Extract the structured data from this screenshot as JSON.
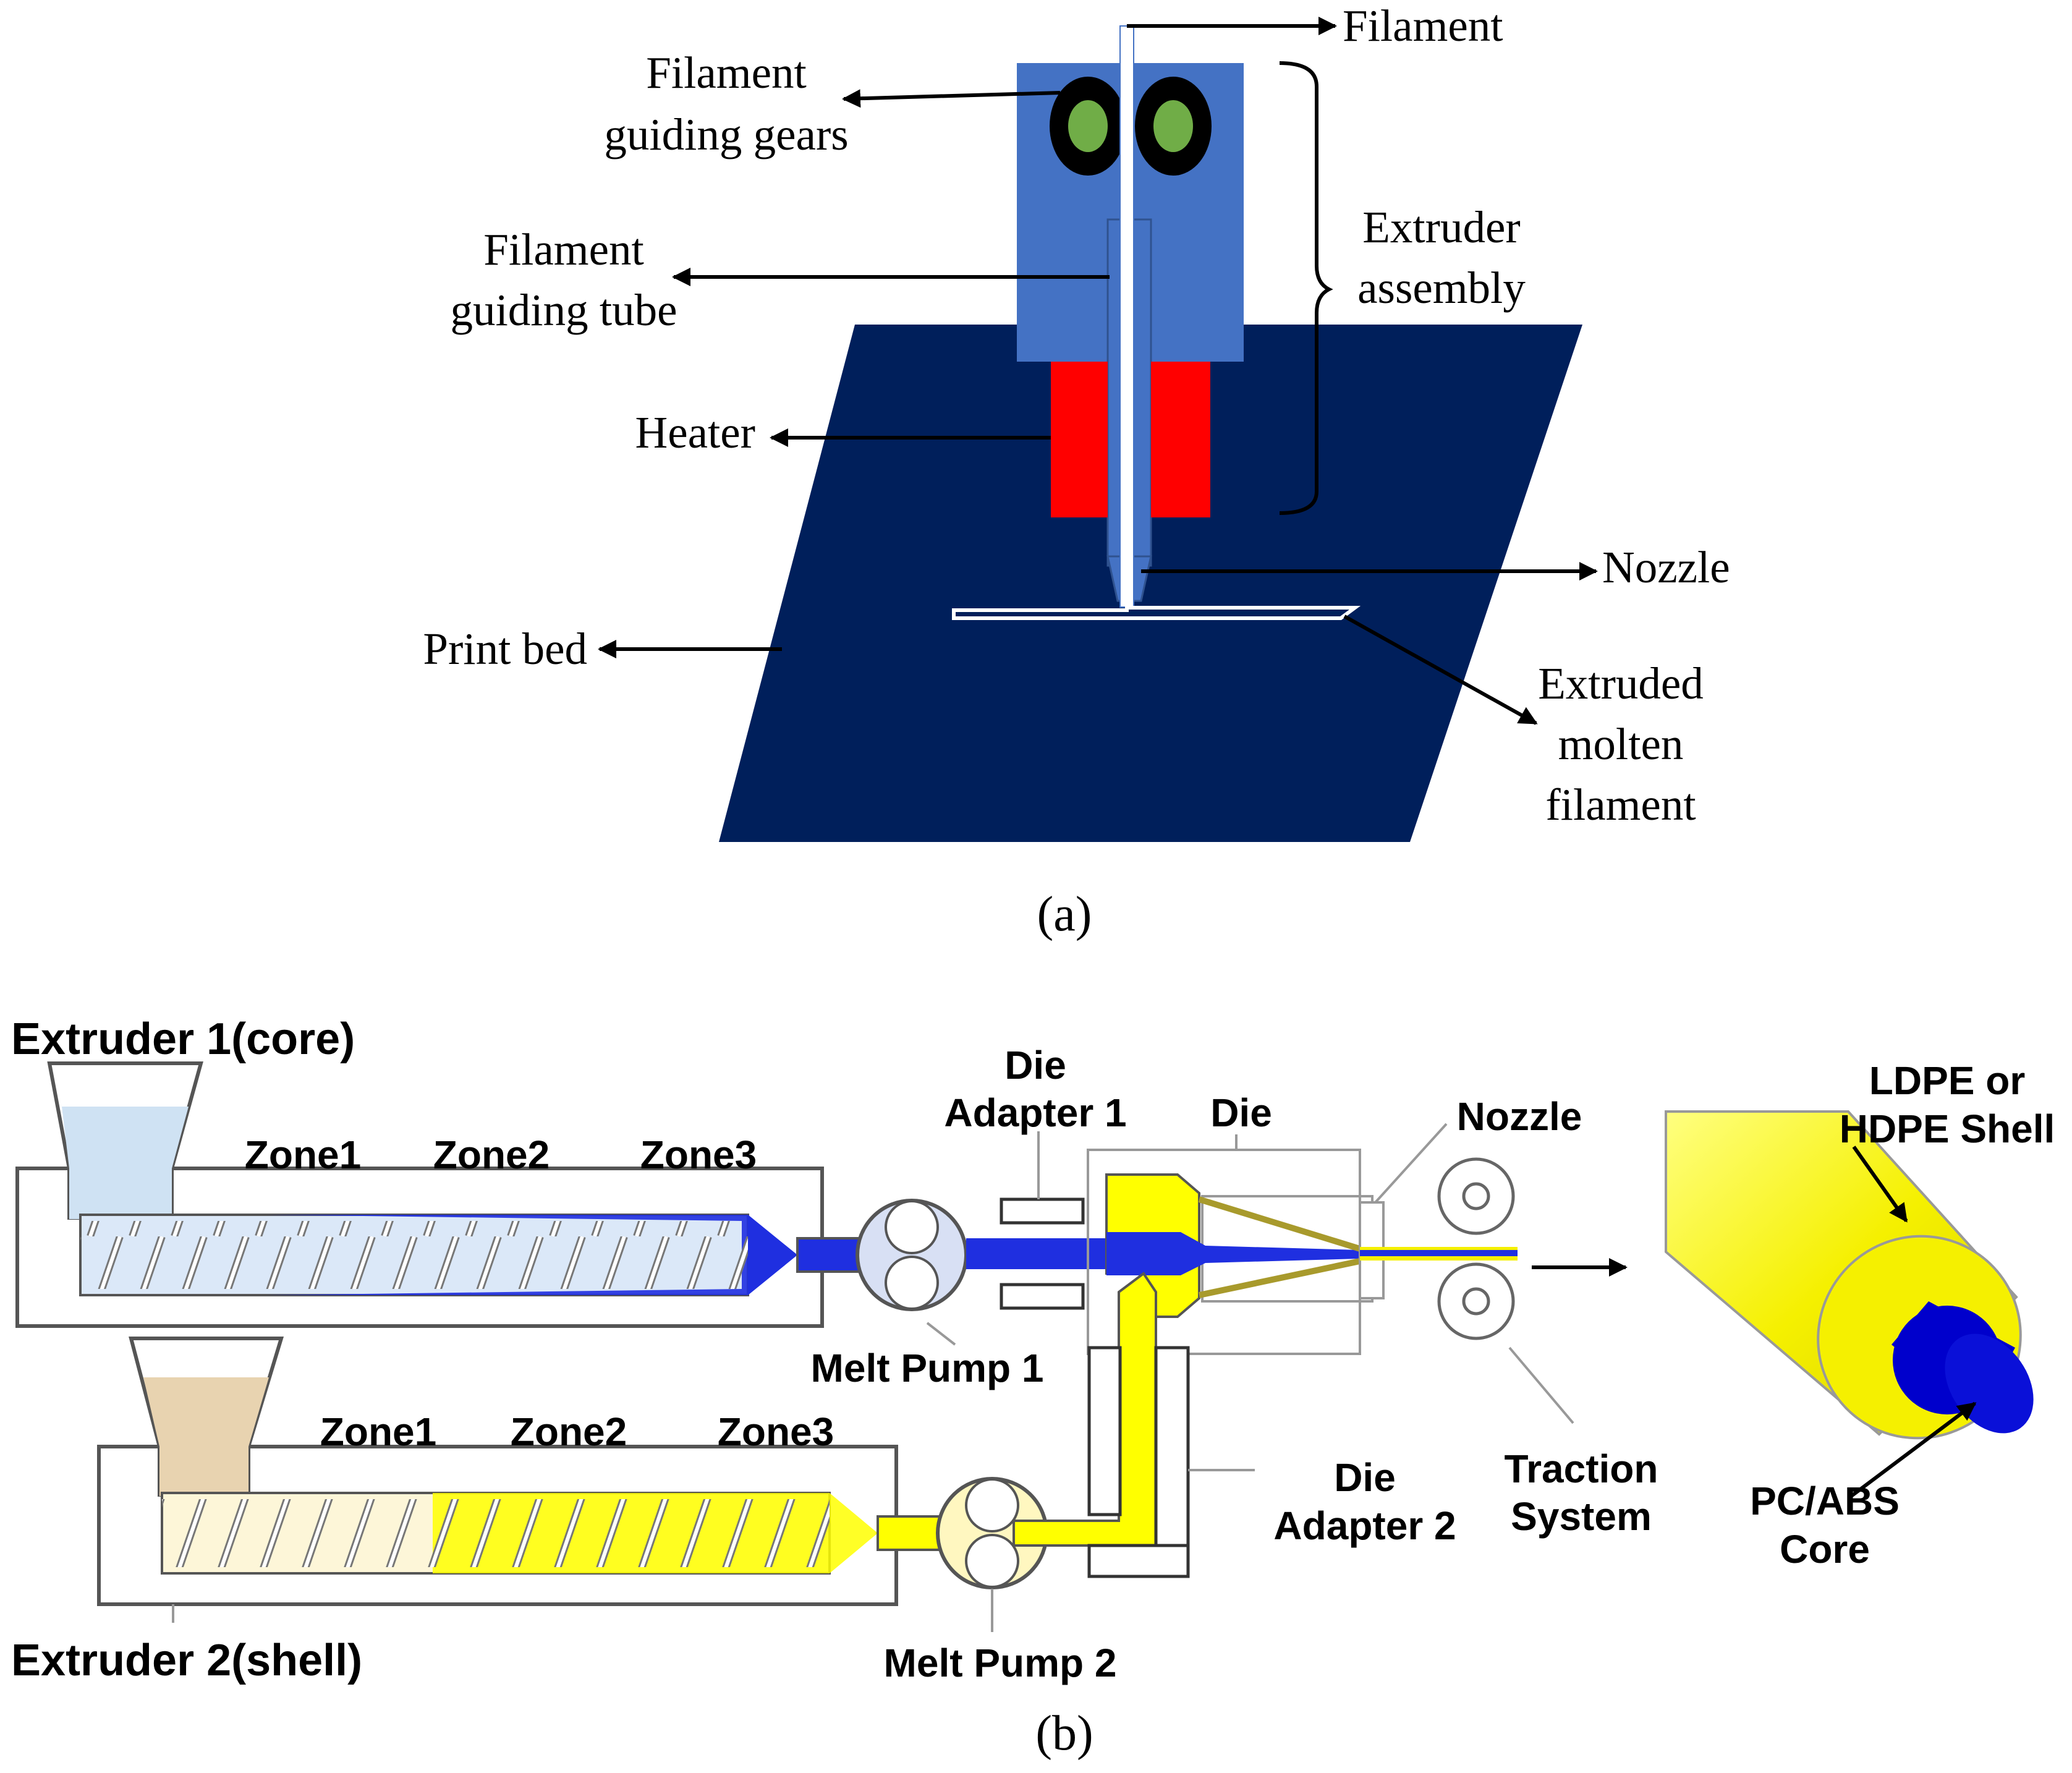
{
  "panel_a": {
    "labels": {
      "filament": "Filament",
      "gears_line1": "Filament",
      "gears_line2": "guiding gears",
      "tube_line1": "Filament",
      "tube_line2": "guiding tube",
      "extruder_line1": "Extruder",
      "extruder_line2": "assembly",
      "heater": "Heater",
      "nozzle": "Nozzle",
      "print_bed": "Print bed",
      "extruded_line1": "Extruded",
      "extruded_line2": "molten",
      "extruded_line3": "filament"
    },
    "caption": "(a)",
    "colors": {
      "print_bed": "#001f5b",
      "extruder_block": "#4472c4",
      "heater": "#ff0000",
      "gear_outer": "#000000",
      "gear_inner": "#70ad47",
      "filament": "#ffffff"
    }
  },
  "panel_b": {
    "labels": {
      "extruder1": "Extruder 1(core)",
      "extruder2": "Extruder 2(shell)",
      "e1_zone1": "Zone1",
      "e1_zone2": "Zone2",
      "e1_zone3": "Zone3",
      "e2_zone1": "Zone1",
      "e2_zone2": "Zone2",
      "e2_zone3": "Zone3",
      "die_adapter1_line1": "Die",
      "die_adapter1_line2": "Adapter 1",
      "die": "Die",
      "nozzle": "Nozzle",
      "melt_pump1": "Melt Pump 1",
      "melt_pump2": "Melt Pump 2",
      "die_adapter2_line1": "Die",
      "die_adapter2_line2": "Adapter 2",
      "traction_line1": "Traction",
      "traction_line2": "System",
      "shell_line1": "LDPE or",
      "shell_line2": "HDPE Shell",
      "core_line1": "PC/ABS",
      "core_line2": "Core"
    },
    "caption": "(b)",
    "colors": {
      "core_melt": "#1f2fe0",
      "shell_melt": "#ffff00",
      "core_hopper": "#cfe2f3",
      "shell_hopper": "#e8d3b0",
      "filament_core": "#0000cc",
      "filament_shell": "#f5f000"
    }
  }
}
